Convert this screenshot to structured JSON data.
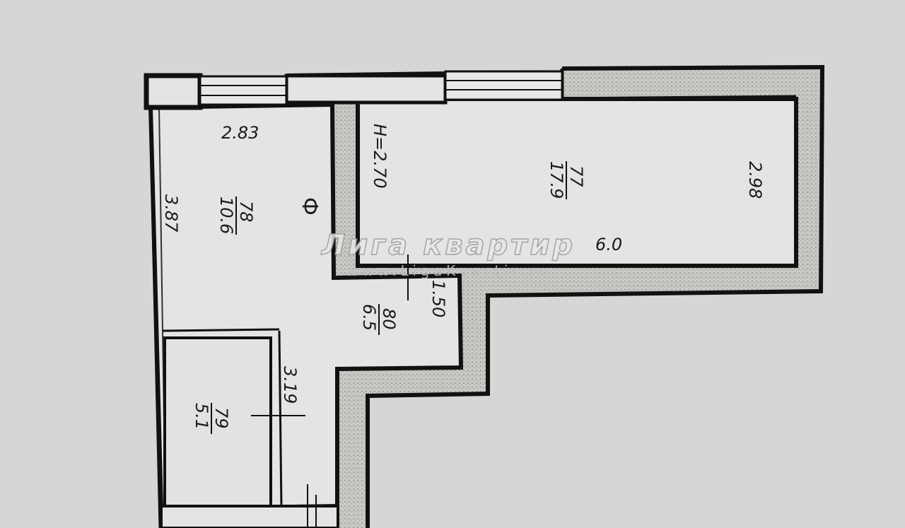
{
  "plan": {
    "rooms": [
      {
        "id": "78",
        "area": "10.6",
        "width": "2.83",
        "length": "3.87"
      },
      {
        "id": "77",
        "area": "17.9",
        "width": "2.98",
        "length": "6.0"
      },
      {
        "id": "80",
        "area": "6.5",
        "width": "1.50"
      },
      {
        "id": "79",
        "area": "5.1",
        "length": "3.19"
      }
    ],
    "ceiling_height": "H=2.70",
    "symbol": "Ф"
  },
  "watermark": {
    "title": "Лига квартир",
    "url": "www.LigaKvartir.ru"
  },
  "colors": {
    "paper": "#d6d6d4",
    "wall": "#111111",
    "wall_fill": "#c4c4c0",
    "room": "#e4e4e2"
  }
}
